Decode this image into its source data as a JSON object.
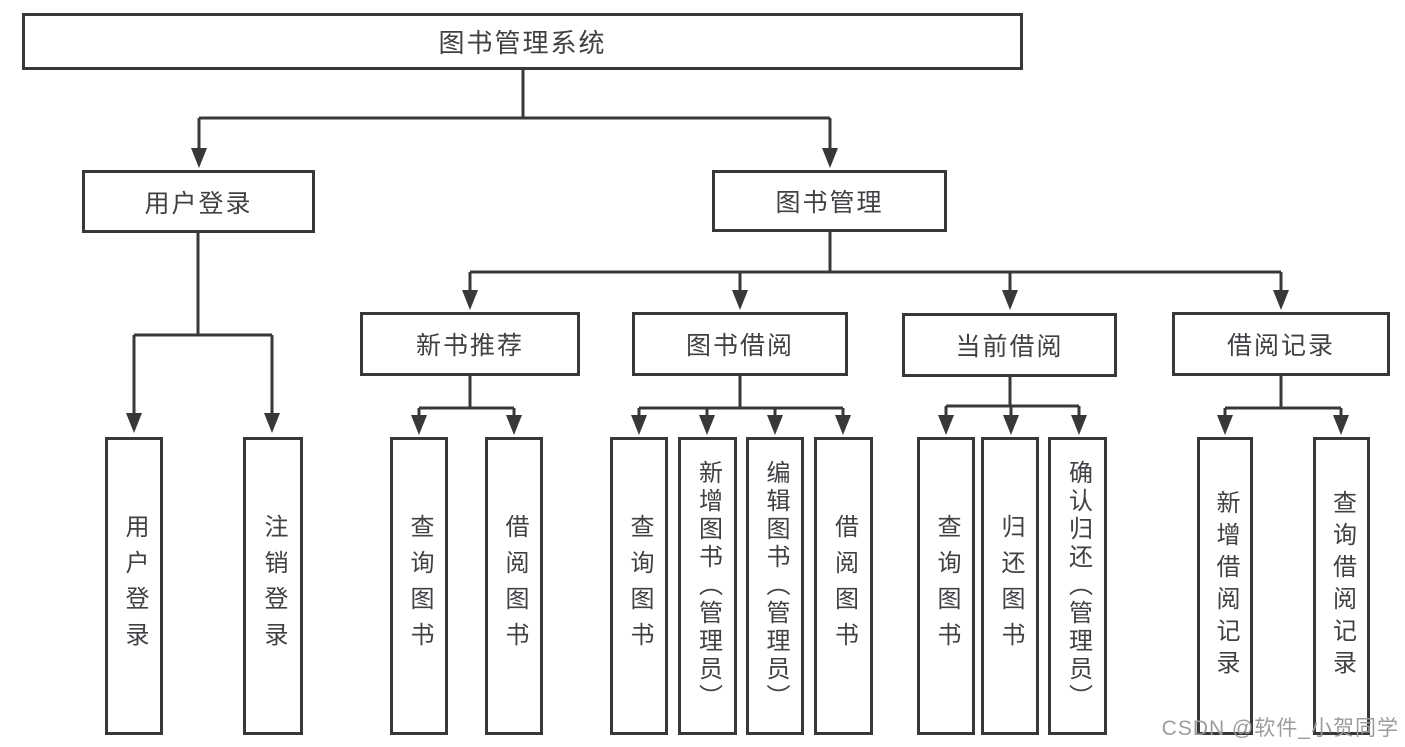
{
  "tree": {
    "label": "图书管理系统",
    "children": [
      {
        "label": "用户登录",
        "children": [
          {
            "label": "用户登录"
          },
          {
            "label": "注销登录"
          }
        ]
      },
      {
        "label": "图书管理",
        "children": [
          {
            "label": "新书推荐",
            "children": [
              {
                "label": "查询图书"
              },
              {
                "label": "借阅图书"
              }
            ]
          },
          {
            "label": "图书借阅",
            "children": [
              {
                "label": "查询图书"
              },
              {
                "label": "新增图书（管理员）"
              },
              {
                "label": "编辑图书（管理员）"
              },
              {
                "label": "借阅图书"
              }
            ]
          },
          {
            "label": "当前借阅",
            "children": [
              {
                "label": "查询图书"
              },
              {
                "label": "归还图书"
              },
              {
                "label": "确认归还（管理员）"
              }
            ]
          },
          {
            "label": "借阅记录",
            "children": [
              {
                "label": "新增借阅记录"
              },
              {
                "label": "查询借阅记录"
              }
            ]
          }
        ]
      }
    ]
  },
  "watermark": "CSDN @软件_小贺同学",
  "colors": {
    "line": "#383838",
    "box_border": "#383838",
    "text": "#3f4145",
    "watermark": "#9c9c9c",
    "background": "#ffffff"
  }
}
